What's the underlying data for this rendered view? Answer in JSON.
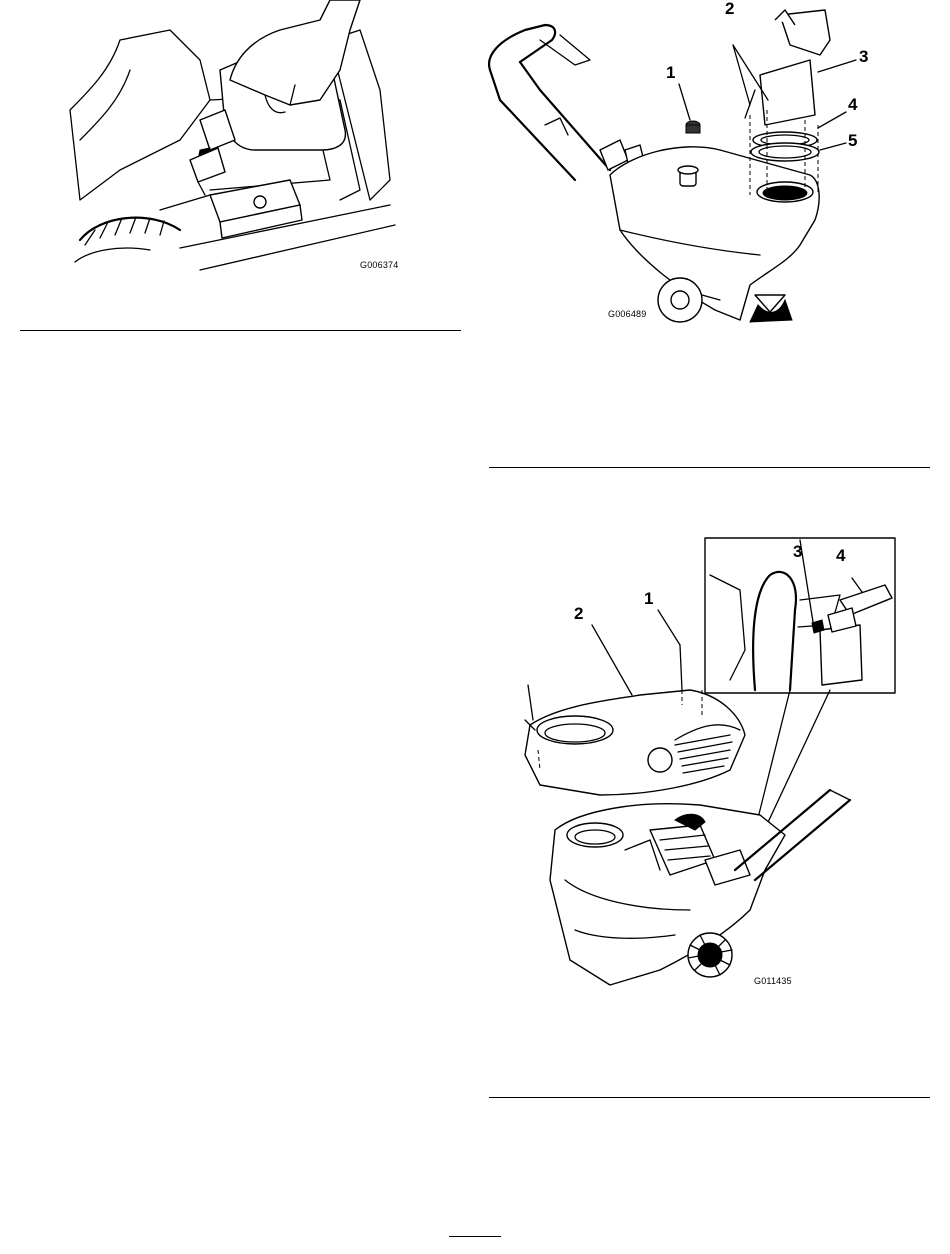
{
  "figures": [
    {
      "id": "fig-oil",
      "code": "G006374",
      "callouts": []
    },
    {
      "id": "fig-chute",
      "code": "G006489",
      "callouts": [
        "1",
        "2",
        "3",
        "4",
        "5"
      ]
    },
    {
      "id": "fig-cover",
      "code": "G011435",
      "callouts": [
        "1",
        "2",
        "3",
        "4"
      ]
    }
  ],
  "page_number": ""
}
